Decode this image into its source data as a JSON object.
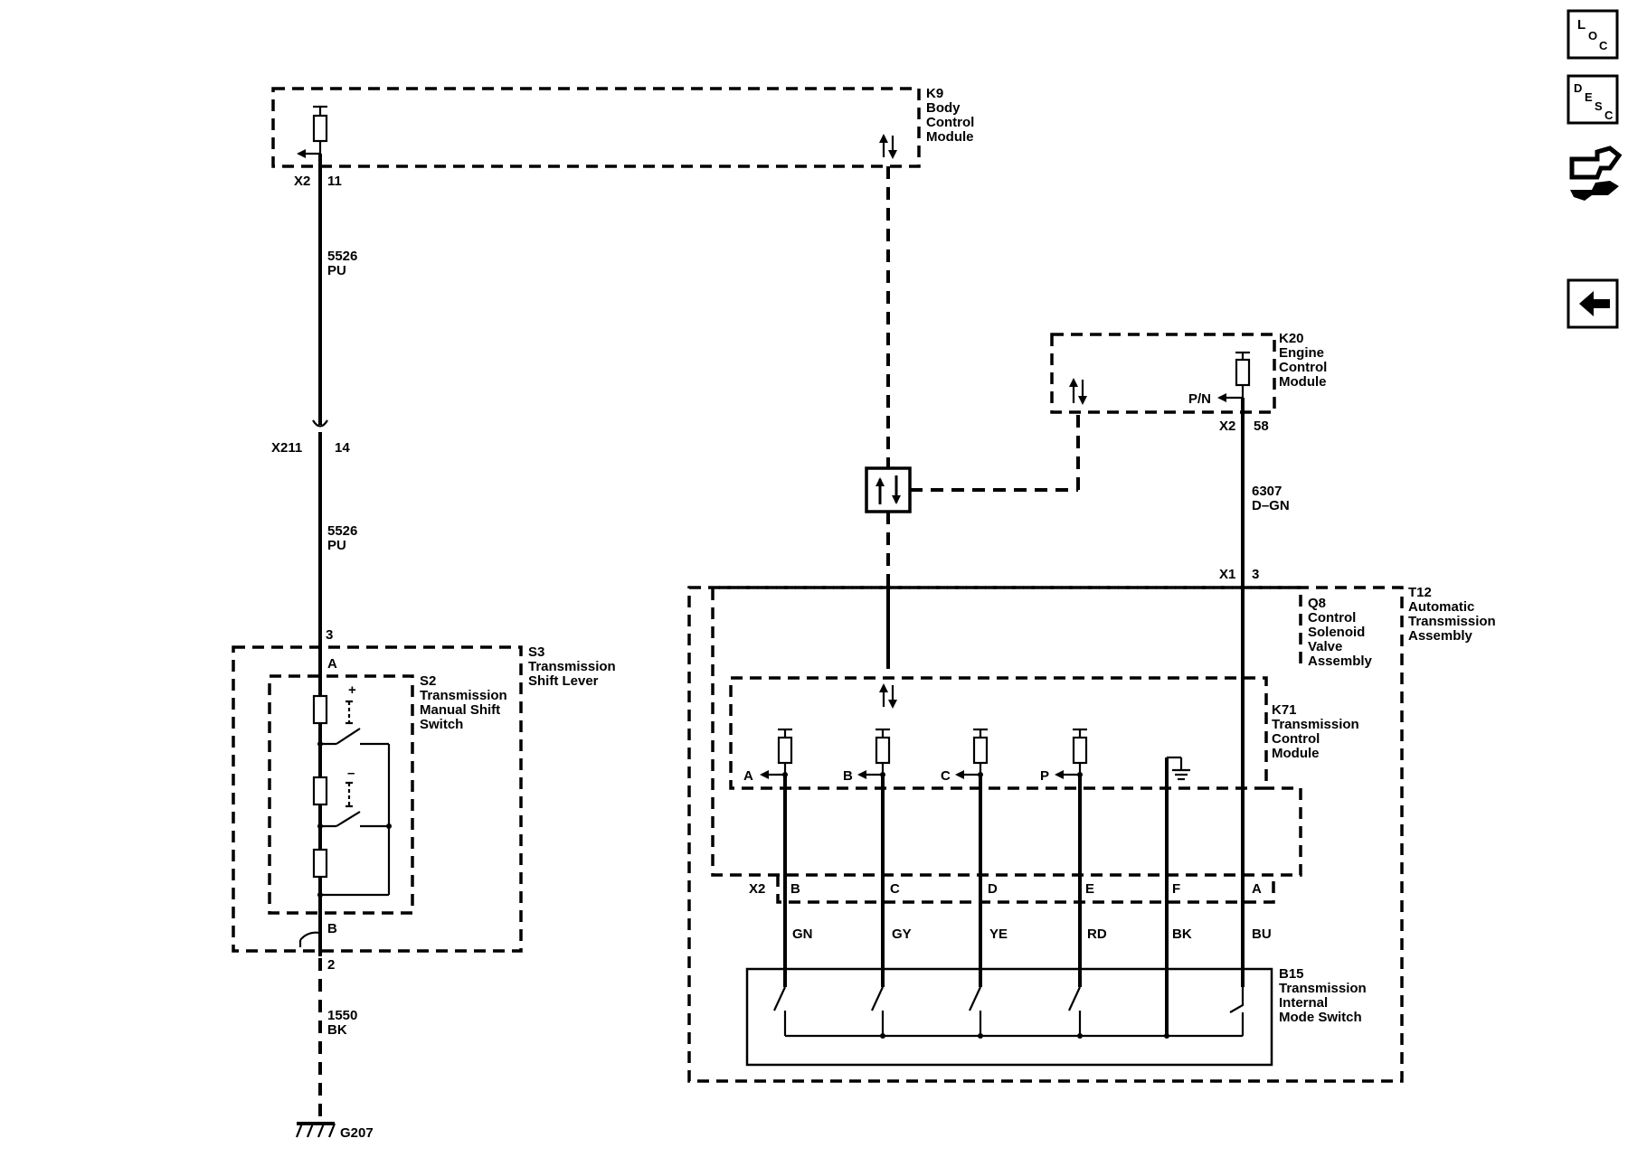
{
  "modules": {
    "k9": {
      "id": "K9",
      "name_lines": [
        "Body",
        "Control",
        "Module"
      ]
    },
    "k20": {
      "id": "K20",
      "name_lines": [
        "Engine",
        "Control",
        "Module"
      ]
    },
    "s3": {
      "id": "S3",
      "name_lines": [
        "Transmission",
        "Shift Lever"
      ]
    },
    "s2": {
      "id": "S2",
      "name_lines": [
        "Transmission",
        "Manual Shift",
        "Switch"
      ]
    },
    "q8": {
      "id": "Q8",
      "name_lines": [
        "Control",
        "Solenoid",
        "Valve",
        "Assembly"
      ]
    },
    "t12": {
      "id": "T12",
      "name_lines": [
        "Automatic",
        "Transmission",
        "Assembly"
      ]
    },
    "k71": {
      "id": "K71",
      "name_lines": [
        "Transmission",
        "Control",
        "Module"
      ]
    },
    "b15": {
      "id": "B15",
      "name_lines": [
        "Transmission",
        "Internal",
        "Mode Switch"
      ]
    }
  },
  "connectors": {
    "k9_x2": "X2",
    "k9_pin": "11",
    "x211": "X211",
    "x211_pin": "14",
    "s3_pin_top": "3",
    "s3_pin_bottom": "2",
    "s2_pin_top": "A",
    "s2_pin_bottom": "B",
    "k20_x2": "X2",
    "k20_pin": "58",
    "t12_x1": "X1",
    "t12_pin": "3",
    "k71_x2": "X2",
    "k71_pins": [
      "B",
      "C",
      "D",
      "E",
      "F",
      "A"
    ]
  },
  "wires": {
    "k9_s3": {
      "circuit": "5526",
      "color": "PU"
    },
    "x211_s3": {
      "circuit": "5526",
      "color": "PU"
    },
    "s3_ground": {
      "circuit": "1550",
      "color": "BK"
    },
    "k20_t12": {
      "circuit": "6307",
      "color": "D–GN"
    },
    "b15_colors": [
      "GN",
      "GY",
      "YE",
      "RD",
      "BK",
      "BU"
    ]
  },
  "signals": {
    "pn": "P/N",
    "s2_plus": "+",
    "s2_minus": "–",
    "k71_inputs": [
      "A",
      "B",
      "C",
      "P"
    ]
  },
  "ground": {
    "id": "G207"
  },
  "side_icons": {
    "loc": {
      "letters": [
        "L",
        "O",
        "C"
      ]
    },
    "desc": {
      "letters": [
        "D",
        "E",
        "S",
        "C"
      ]
    },
    "connector": {
      "icon": "connector-icon"
    },
    "back": {
      "icon": "back-arrow-icon"
    }
  }
}
